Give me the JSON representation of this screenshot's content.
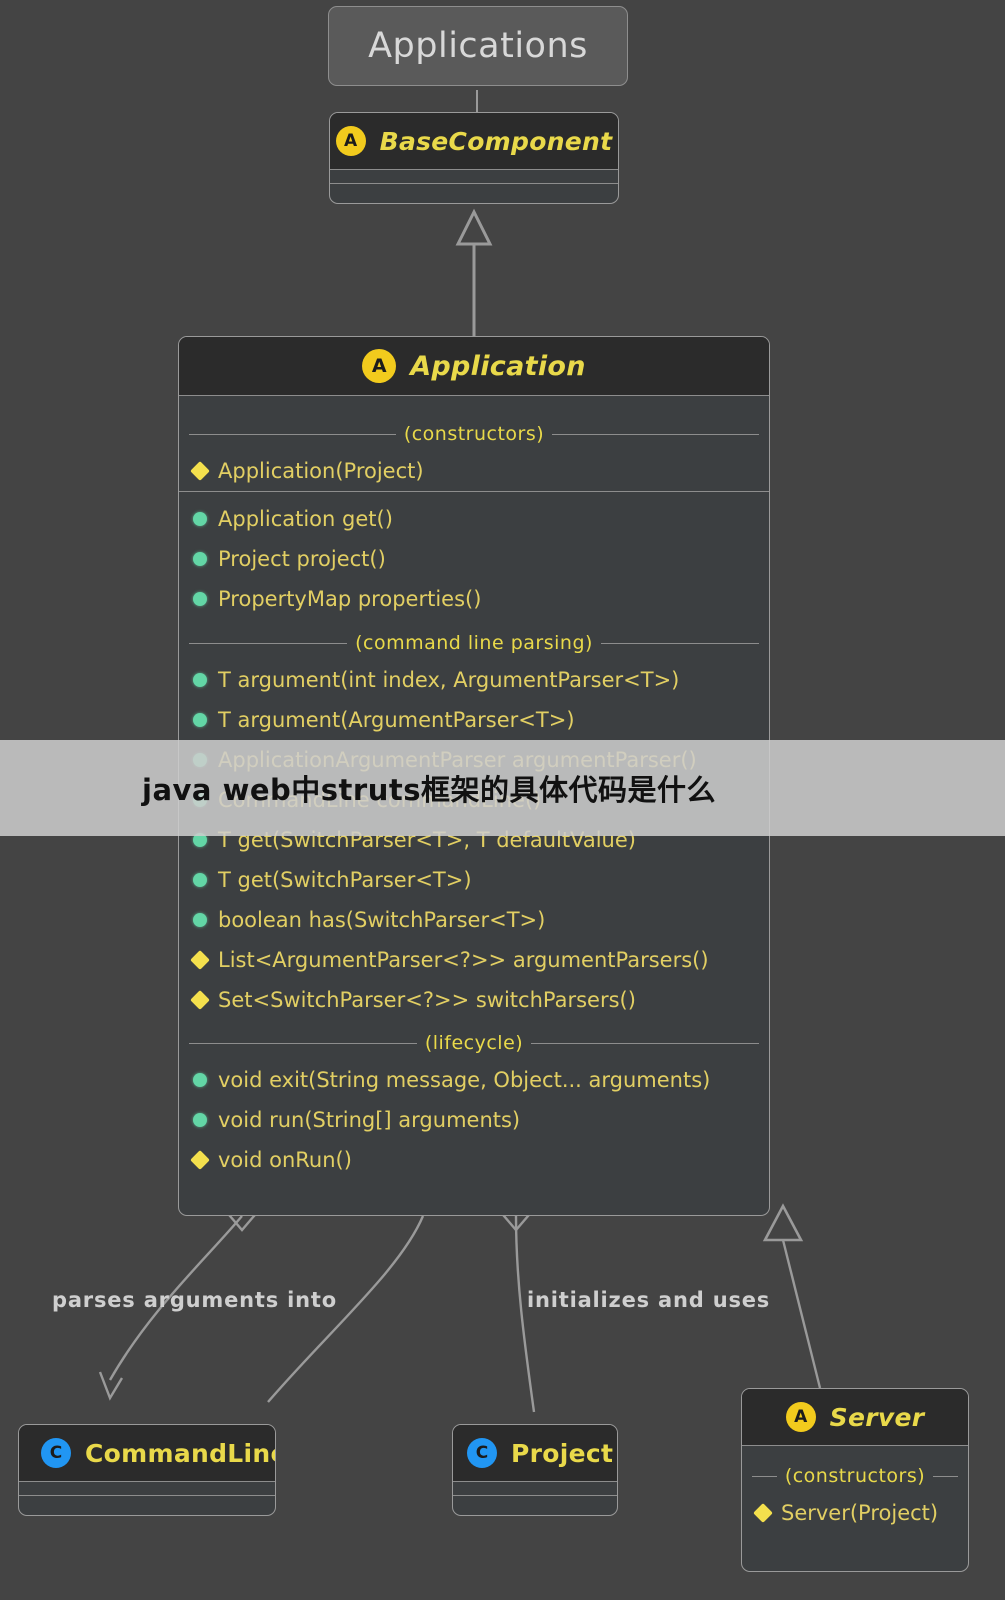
{
  "diagram": {
    "title": "Applications",
    "background_color": "#444444",
    "accent_color": "#e9d94a",
    "public_color": "#63d6a6",
    "protected_color": "#f4e04d",
    "class_badge_color": "#2196f3",
    "abstract_badge_color": "#f2cb1d"
  },
  "package_box": {
    "label": "Applications"
  },
  "classes": {
    "base_component": {
      "name": "BaseComponent",
      "badge": "A",
      "badge_kind": "abstract",
      "compartments": []
    },
    "application": {
      "name": "Application",
      "badge": "A",
      "badge_kind": "abstract",
      "sections": [
        {
          "label": "(constructors)",
          "members": [
            {
              "visibility": "protected",
              "signature": "Application(Project)"
            }
          ]
        },
        {
          "label": "",
          "members": [
            {
              "visibility": "public",
              "signature": "Application get()"
            },
            {
              "visibility": "public",
              "signature": "Project project()"
            },
            {
              "visibility": "public",
              "signature": "PropertyMap properties()"
            }
          ]
        },
        {
          "label": "(command line parsing)",
          "members": [
            {
              "visibility": "public",
              "signature": "T argument(int index, ArgumentParser<T>)"
            },
            {
              "visibility": "public",
              "signature": "T argument(ArgumentParser<T>)"
            },
            {
              "visibility": "public",
              "signature": "ApplicationArgumentParser argumentParser()"
            },
            {
              "visibility": "public",
              "signature": "CommandLine commandLine()"
            },
            {
              "visibility": "public",
              "signature": "T get(SwitchParser<T>, T defaultValue)"
            },
            {
              "visibility": "public",
              "signature": "T get(SwitchParser<T>)"
            },
            {
              "visibility": "public",
              "signature": "boolean has(SwitchParser<T>)"
            },
            {
              "visibility": "protected",
              "signature": "List<ArgumentParser<?>> argumentParsers()"
            },
            {
              "visibility": "protected",
              "signature": "Set<SwitchParser<?>> switchParsers()"
            }
          ]
        },
        {
          "label": "(lifecycle)",
          "members": [
            {
              "visibility": "public",
              "signature": "void exit(String message, Object... arguments)"
            },
            {
              "visibility": "public",
              "signature": "void run(String[] arguments)"
            },
            {
              "visibility": "protected",
              "signature": "void onRun()"
            }
          ]
        }
      ]
    },
    "command_line": {
      "name": "CommandLine",
      "badge": "C",
      "badge_kind": "class",
      "compartments": []
    },
    "project": {
      "name": "Project",
      "badge": "C",
      "badge_kind": "class",
      "compartments": []
    },
    "server": {
      "name": "Server",
      "badge": "A",
      "badge_kind": "abstract",
      "sections": [
        {
          "label": "(constructors)",
          "members": [
            {
              "visibility": "protected",
              "signature": "Server(Project)"
            }
          ]
        }
      ]
    }
  },
  "relationships": {
    "parses_arguments_into": "parses arguments into",
    "initializes_and_uses": "initializes and uses"
  },
  "overlay": {
    "text": "java web中struts框架的具体代码是什么"
  }
}
